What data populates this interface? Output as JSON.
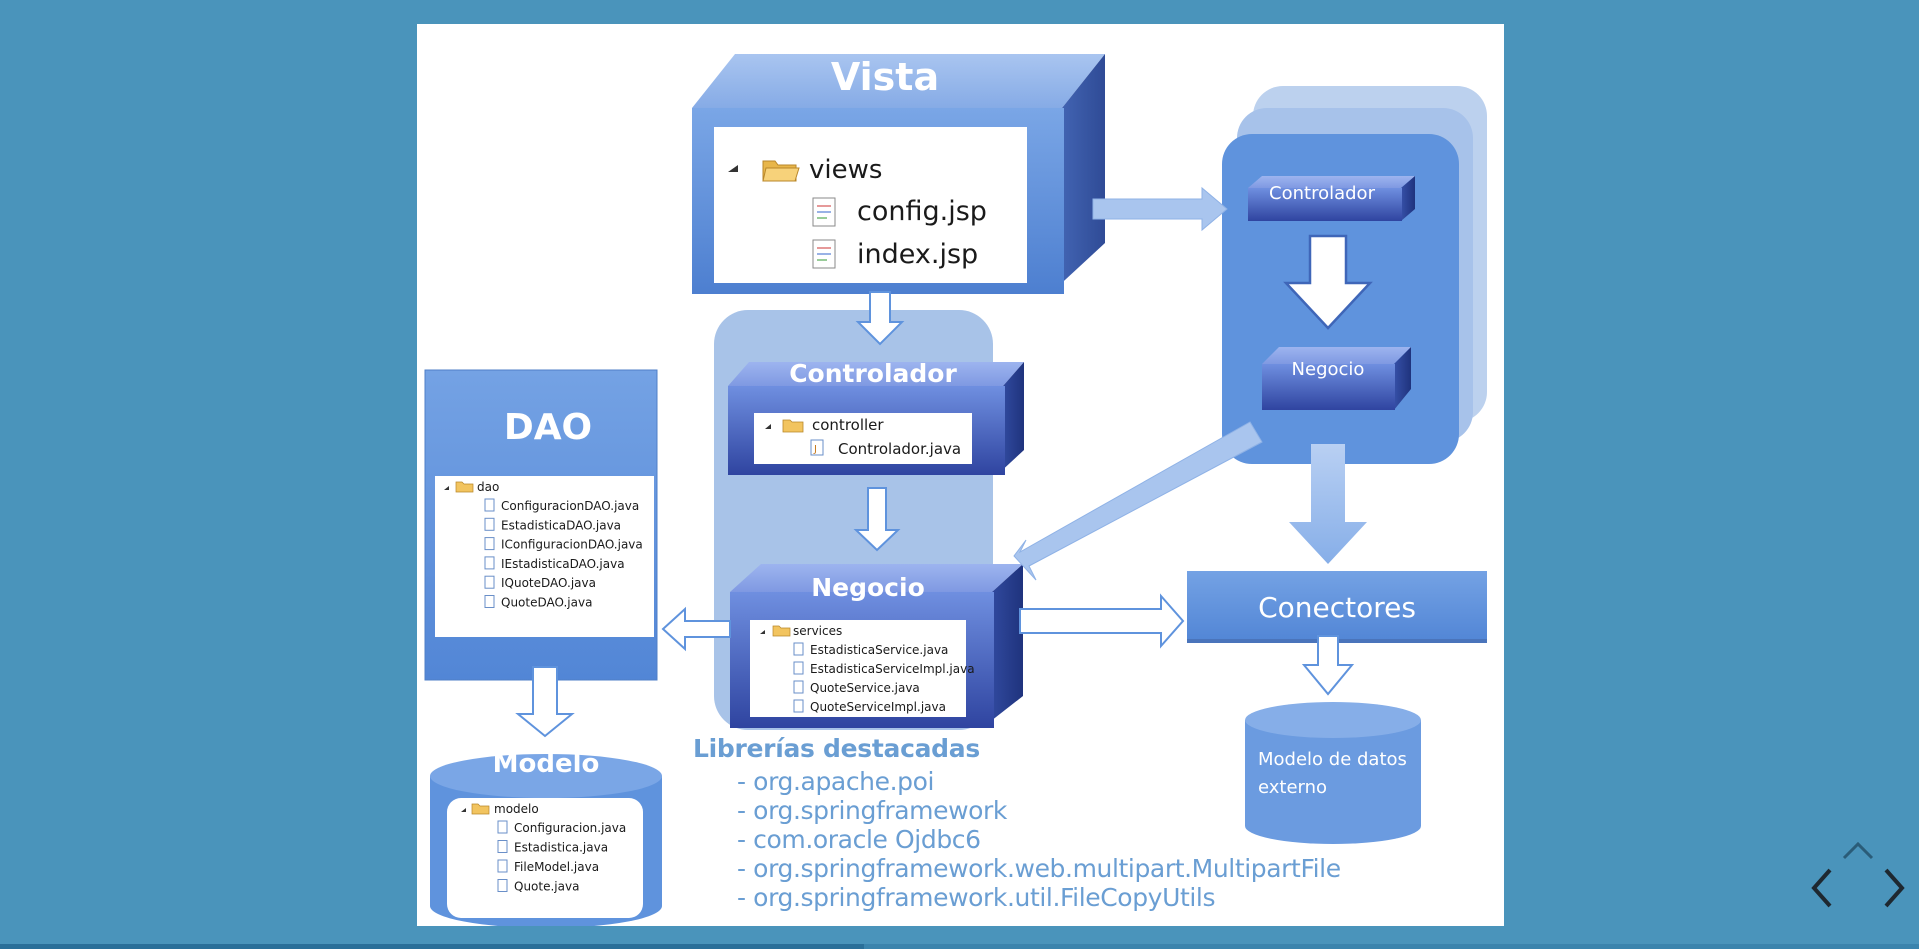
{
  "slide": {
    "vista": {
      "title": "Vista",
      "tree": {
        "folder": "views",
        "files": [
          "config.jsp",
          "index.jsp"
        ]
      }
    },
    "controlador": {
      "title": "Controlador",
      "tree": {
        "folder": "controller",
        "files": [
          "Controlador.java"
        ]
      }
    },
    "negocio": {
      "title": "Negocio",
      "tree": {
        "folder": "services",
        "files": [
          "EstadisticaService.java",
          "EstadisticaServiceImpl.java",
          "QuoteService.java",
          "QuoteServiceImpl.java"
        ]
      }
    },
    "dao": {
      "title": "DAO",
      "tree": {
        "folder": "dao",
        "files": [
          "ConfiguracionDAO.java",
          "EstadisticaDAO.java",
          "IConfiguracionDAO.java",
          "IEstadisticaDAO.java",
          "IQuoteDAO.java",
          "QuoteDAO.java"
        ]
      }
    },
    "modelo": {
      "title": "Modelo",
      "tree": {
        "folder": "modelo",
        "files": [
          "Configuracion.java",
          "Estadistica.java",
          "FileModel.java",
          "Quote.java"
        ]
      }
    },
    "external": {
      "controlador": "Controlador",
      "negocio": "Negocio"
    },
    "conectores": "Conectores",
    "modelo_externo": {
      "line1": "Modelo de datos",
      "line2": "externo"
    },
    "libraries": {
      "title": "Librerías destacadas",
      "items": [
        "- org.apache.poi",
        "- org.springframework",
        "- com.oracle Ojdbc6",
        "- org.springframework.web.multipart.MultipartFile",
        "- org.springframework.util.FileCopyUtils"
      ]
    }
  },
  "navigation": {
    "prev_icon": "chevron-left-icon",
    "next_icon": "chevron-right-icon",
    "up_icon": "chevron-up-icon"
  },
  "progress": {
    "fraction": 0.45
  },
  "colors": {
    "background": "#4a94bb",
    "slide": "#ffffff",
    "box_blue": "#5f93dd",
    "box_dark": "#3f5fb8",
    "panel_light": "#a8c3e8",
    "library_text": "#6a9ed3"
  }
}
